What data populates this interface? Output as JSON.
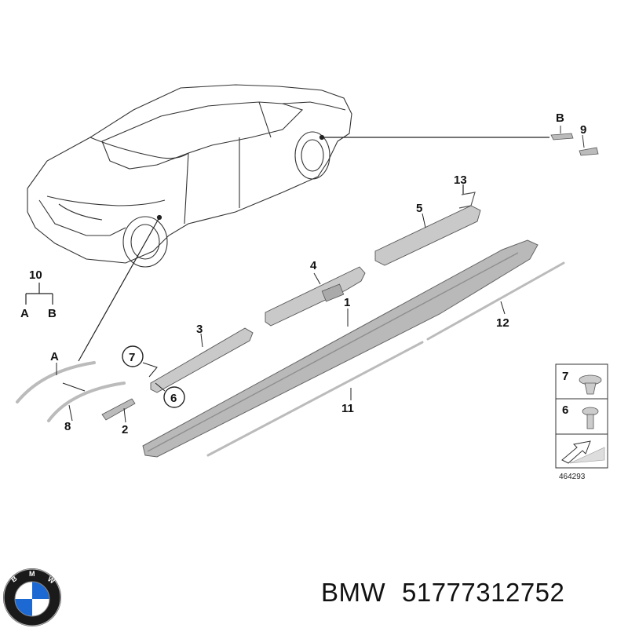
{
  "callouts": {
    "c1": "1",
    "c2": "2",
    "c3": "3",
    "c4": "4",
    "c5": "5",
    "c6": "6",
    "c7": "7",
    "c8": "8",
    "c9": "9",
    "c10": "10",
    "c11": "11",
    "c12": "12",
    "c13": "13",
    "a_label": "A",
    "b_label": "B",
    "a10": "A",
    "b10": "B",
    "b9": "B"
  },
  "legend": {
    "item7": "7",
    "item6": "6"
  },
  "reference_number": "464293",
  "caption": {
    "brand": "BMW",
    "part_number": "51777312752"
  },
  "logo_text": "BMW",
  "colors": {
    "line": "#222222",
    "part_fill": "#b9b9b9",
    "part_dark": "#8e8e8e",
    "logo_blue": "#1c69d4"
  }
}
